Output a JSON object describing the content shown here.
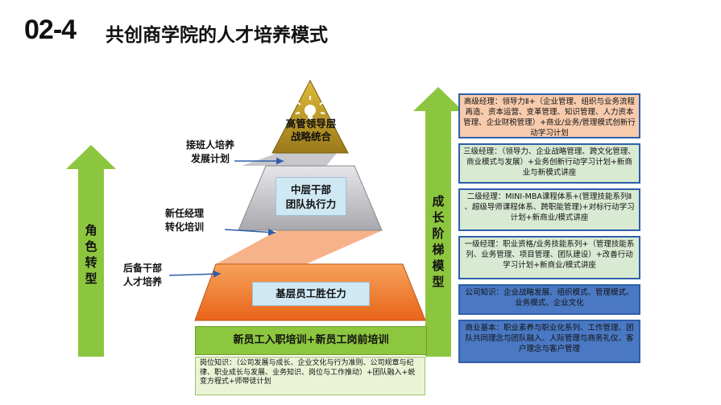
{
  "title": {
    "number": "02-4",
    "text": "共创商学院的人才培养模式"
  },
  "pyramid": {
    "top": "高管领导层\n战略统合",
    "middle": "中层干部\n团队执行力",
    "bottom": "基层员工胜任力",
    "base": "新员工入职培训+新员工岗前培训",
    "base_detail": "岗位知识：（公司发展与成长、企业文化与行为准则、公司规章与纪律、职业成长与发展、业务知识、岗位与工作推动）+团队融入+蜕变方程式+师带徒计划"
  },
  "side_labels": {
    "successor": "接班人培养\n发展计划",
    "new_manager": "新任经理\n转化培训",
    "reserve": "后备干部\n人才培养"
  },
  "left_arrow_label": "角色转型",
  "right_arrow_label": "成长阶梯模型",
  "ladder": [
    {
      "text": "高级经理：领导力Ⅱ+（企业管理、组织与业务流程再造、资本运营、变革管理、知识管理、人力资本管理、企业财税管理）+商业/业务/管理模式创新行动学习计划"
    },
    {
      "text": "三级经理：（领导力、企业战略管理、跨文化管理、商业模式与发展）+业务创新行动学习计划+新商业与新模式讲座"
    },
    {
      "text": "二级经理：MINI-MBA课程体系+(管理技能系列Ⅱ 、超级导师课程体系、跨职能管理)+对标行动学习计划+新商业/模式讲座"
    },
    {
      "text": "一级经理：职业资格/业务技能系列+（管理技能系列、业务管理、项目管理、团队建设）+改善行动学习计划+新商业/模式讲座"
    },
    {
      "text": "公司知识：企业战略发展、组织模式、管理模式、业务模式、企业文化"
    },
    {
      "text": "商业基本：职业素养与职业化系列、工作管理、团队共同理念与团队融入、人际管理与商务礼仪、客户理念与客户管理"
    }
  ],
  "colors": {
    "top_tier": "#c9a02a",
    "middle_tier": "#c8c8cc",
    "bottom_tier": "#f07a2a",
    "ribbon": "#f6b38a",
    "arrow_green": "#8cc63f",
    "base_green": "#8dc63f",
    "detail_bg": "#eaf3d6",
    "box_peach": "#f8cbad",
    "box_lightgreen": "#d9ead3",
    "box_blue": "#4a78c2",
    "inner_label_bg": "#cfe8f3"
  }
}
